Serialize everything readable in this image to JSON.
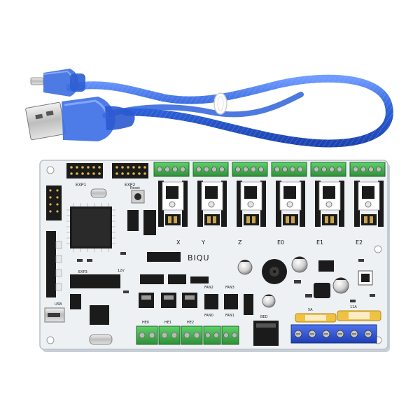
{
  "board": {
    "brand": "BIQU",
    "axis_labels": [
      "X",
      "Y",
      "Z",
      "E0",
      "E1",
      "E2"
    ],
    "header_labels": {
      "exp1": "EXP1",
      "exp2": "EXP2",
      "exp3": "EXP3",
      "v12": "12V",
      "reset": "Reset",
      "usb": "USB",
      "fan_a": "FAN0",
      "fan_b": "FAN1",
      "fan_c": "FAN2",
      "fan_d": "FAN3",
      "heat0": "HE0",
      "heat1": "HE1",
      "heat2": "HE2",
      "bed": "BED",
      "amp5": "5A",
      "amp11": "11A"
    }
  },
  "colors": {
    "board": "#eef1f4",
    "terminal_green": "#3fae49",
    "terminal_blue": "#2a4fd1",
    "cable": "#3d6fe0",
    "chip": "#1b1b1b"
  },
  "icons": [
    "usb-cable-icon",
    "microcontroller-icon",
    "stepper-driver-icon",
    "capacitor-icon",
    "fuse-icon"
  ]
}
